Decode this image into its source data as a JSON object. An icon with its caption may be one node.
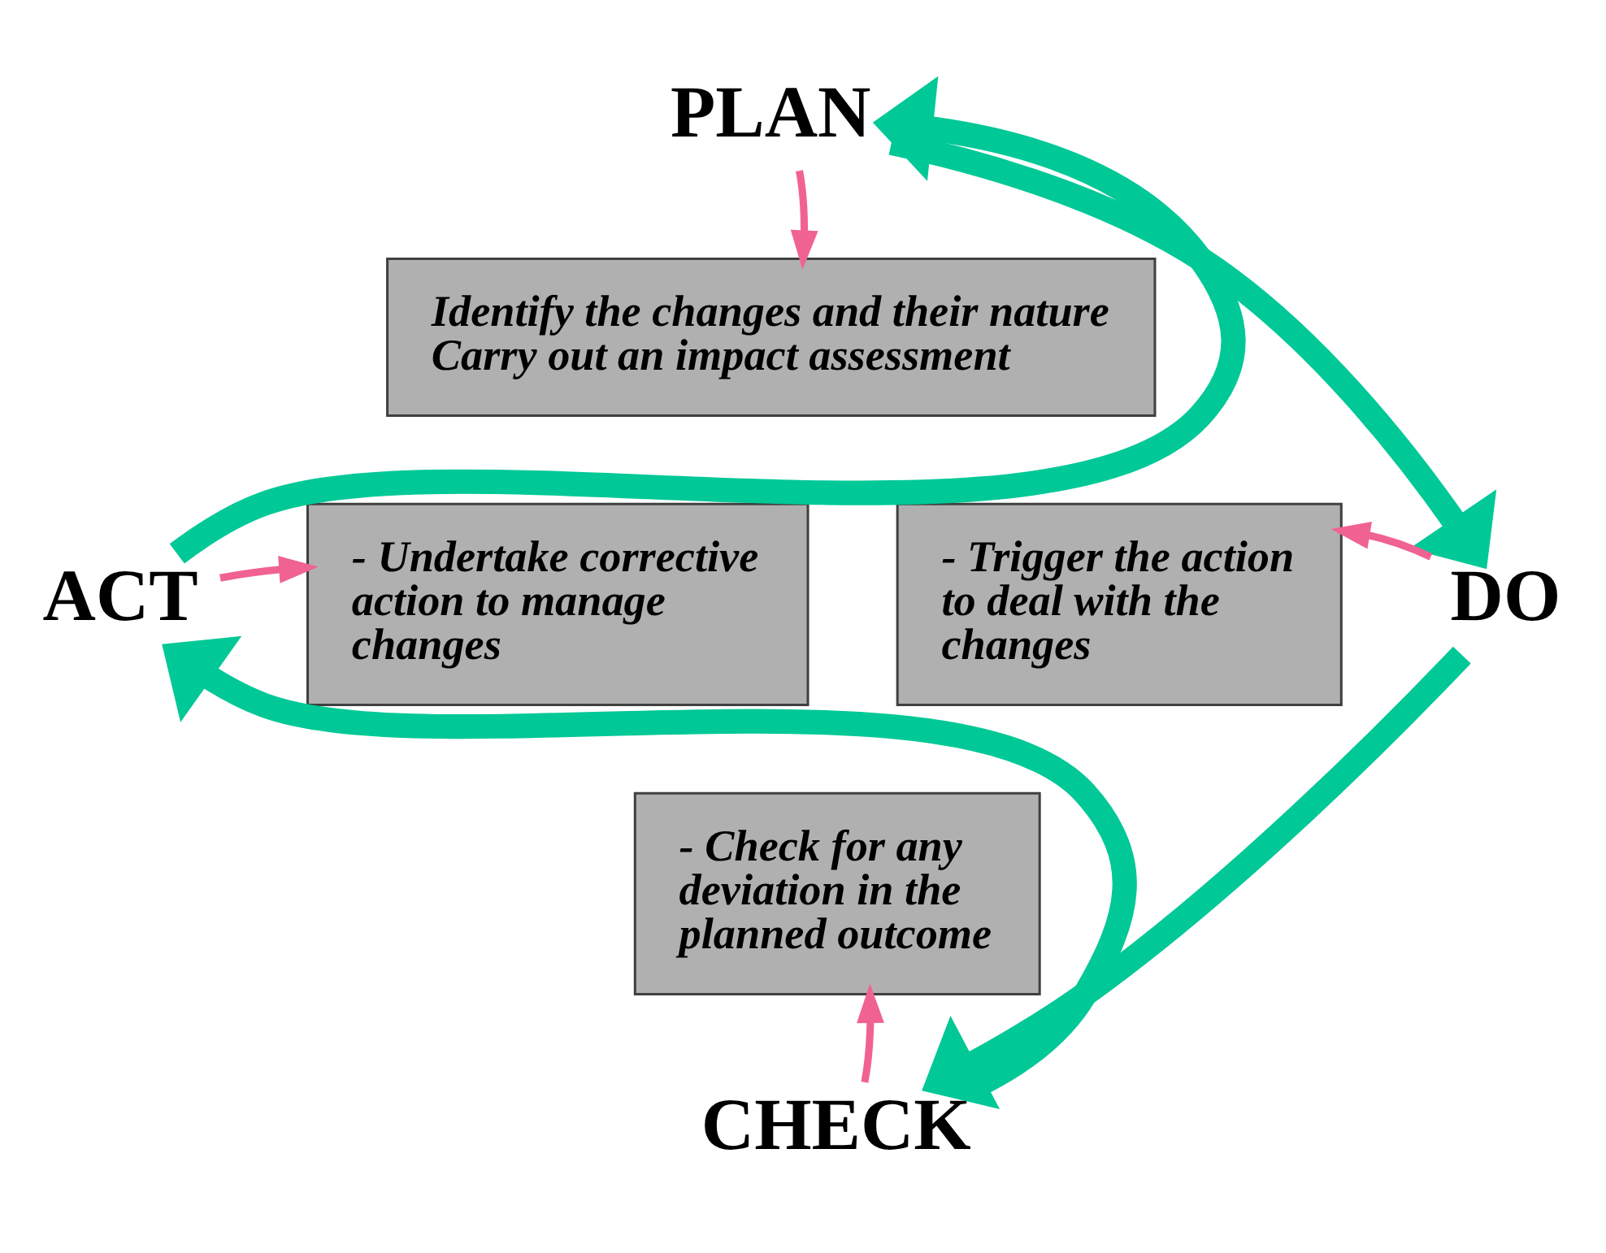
{
  "diagram": {
    "nodes": [
      {
        "text": [
          "PLAN"
        ]
      },
      {
        "text": [
          "Identify the changes and their nature",
          "Carry out an impact assessment"
        ]
      },
      {
        "text": [
          "ACT"
        ]
      },
      {
        "text": [
          "- Undertake corrective action to manage changes"
        ]
      },
      {
        "text": [
          "- Trigger the action to deal with the changes"
        ]
      },
      {
        "text": [
          "DO"
        ]
      },
      {
        "text": [
          "- Check for any deviation in the planned outcome"
        ]
      },
      {
        "text": [
          "CHECK"
        ]
      }
    ],
    "edges": [
      {
        "from": 0,
        "to": 1,
        "arrow": "to",
        "color": "#f06292"
      },
      {
        "from": 5,
        "to": 4,
        "arrow": "to",
        "color": "#f06292"
      },
      {
        "from": 7,
        "to": 6,
        "arrow": "to",
        "color": "#f06292"
      },
      {
        "from": 2,
        "to": 3,
        "arrow": "to",
        "color": "#f06292"
      },
      {
        "from": 0,
        "to": 5,
        "arrow": "to",
        "style": "thick",
        "color": "#00c896"
      },
      {
        "from": 5,
        "to": 7,
        "arrow": "to",
        "style": "thick",
        "color": "#00c896"
      },
      {
        "from": 7,
        "to": 2,
        "arrow": "to",
        "style": "thick",
        "color": "#00c896"
      },
      {
        "from": 2,
        "to": 0,
        "arrow": "to",
        "style": "thick",
        "color": "#00c896"
      }
    ]
  }
}
